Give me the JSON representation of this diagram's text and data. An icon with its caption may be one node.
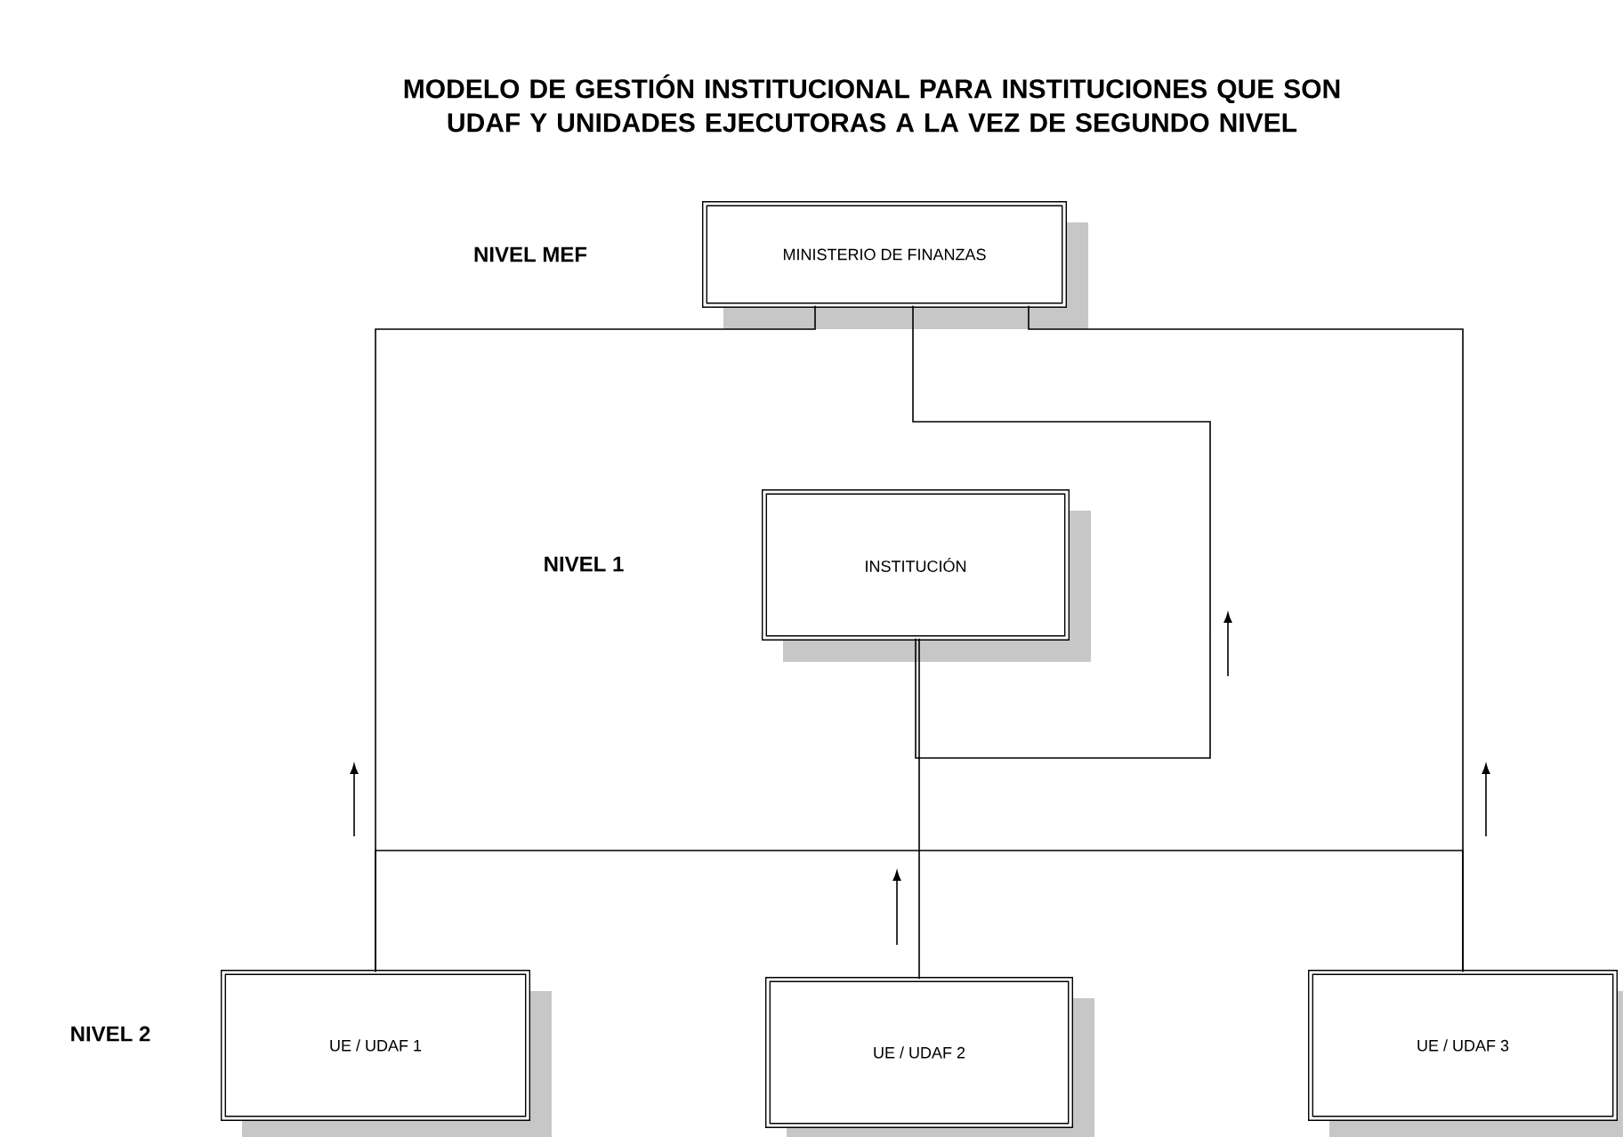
{
  "diagram": {
    "title": "MODELO DE GESTIÓN INSTITUCIONAL PARA INSTITUCIONES QUE SON UDAF Y UNIDADES EJECUTORAS A LA VEZ DE SEGUNDO NIVEL",
    "nodes": [
      {
        "text": [
          "MINISTERIO DE FINANZAS"
        ]
      },
      {
        "text": [
          "INSTITUCIÓN"
        ]
      },
      {
        "text": [
          "UE / UDAF 1"
        ]
      },
      {
        "text": [
          "UE / UDAF 2"
        ]
      },
      {
        "text": [
          "UE / UDAF 3"
        ]
      }
    ],
    "edges": [
      {
        "from": 2,
        "to": 0,
        "arrow": "none"
      },
      {
        "from": 4,
        "to": 0,
        "arrow": "none"
      },
      {
        "from": 3,
        "to": 1,
        "arrow": "none"
      },
      {
        "from": 1,
        "to": 0,
        "arrow": "none"
      },
      {
        "from": 2,
        "to": 4,
        "arrow": "none"
      }
    ],
    "labels": [
      "NIVEL MEF",
      "NIVEL 1",
      "NIVEL 2"
    ]
  }
}
